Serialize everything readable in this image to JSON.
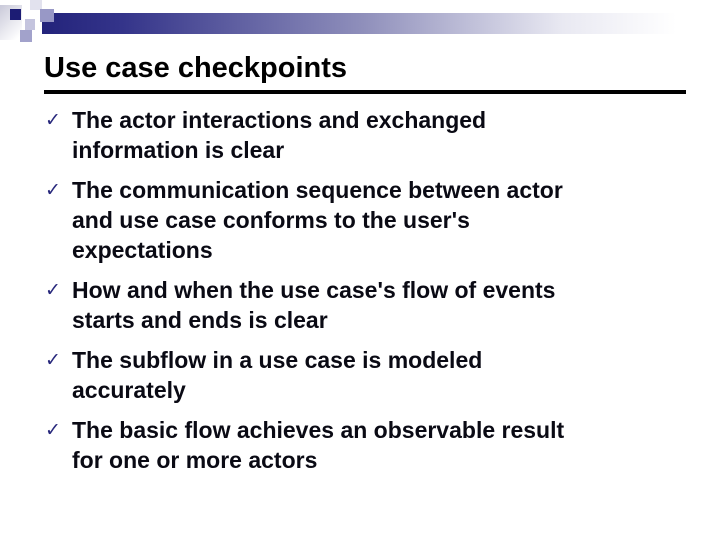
{
  "slide": {
    "title": "Use case checkpoints",
    "bullet_glyph": "✓",
    "bullets": [
      {
        "lines": [
          "The actor interactions and exchanged",
          "information is clear"
        ]
      },
      {
        "lines": [
          "The communication sequence between actor",
          "and use case conforms to the user's",
          "expectations"
        ]
      },
      {
        "lines": [
          "How and when the use case's flow of events",
          "starts and ends is clear"
        ]
      },
      {
        "lines": [
          "The subflow in a use case is modeled",
          "accurately"
        ]
      },
      {
        "lines": [
          "The basic flow achieves an observable result",
          "for one or more actors"
        ]
      }
    ],
    "colors": {
      "accent_navy": "#28287c",
      "title_color": "#000000",
      "body_text": "#0a0a14",
      "banner_dark": "#23237b",
      "banner_light": "#ffffff"
    }
  }
}
